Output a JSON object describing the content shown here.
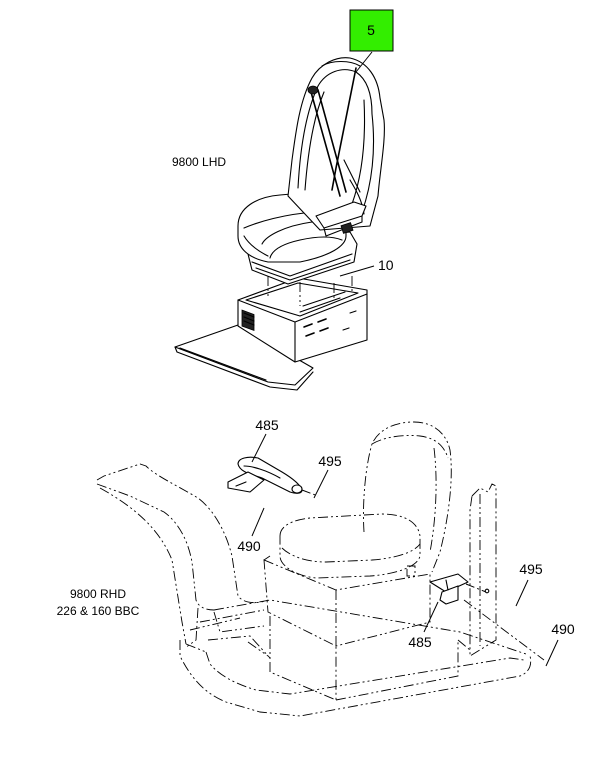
{
  "highlight_color": "#33ee00",
  "views": {
    "lhd": {
      "caption": "9800 LHD"
    },
    "rhd": {
      "caption_line1": "9800 RHD",
      "caption_line2": "226 & 160 BBC"
    }
  },
  "callouts": {
    "seat": "5",
    "riser": "10",
    "handle_left": "485",
    "handle_right": "485",
    "bolt_left": "495",
    "bolt_right": "495",
    "nut_left": "490",
    "nut_right": "490"
  }
}
